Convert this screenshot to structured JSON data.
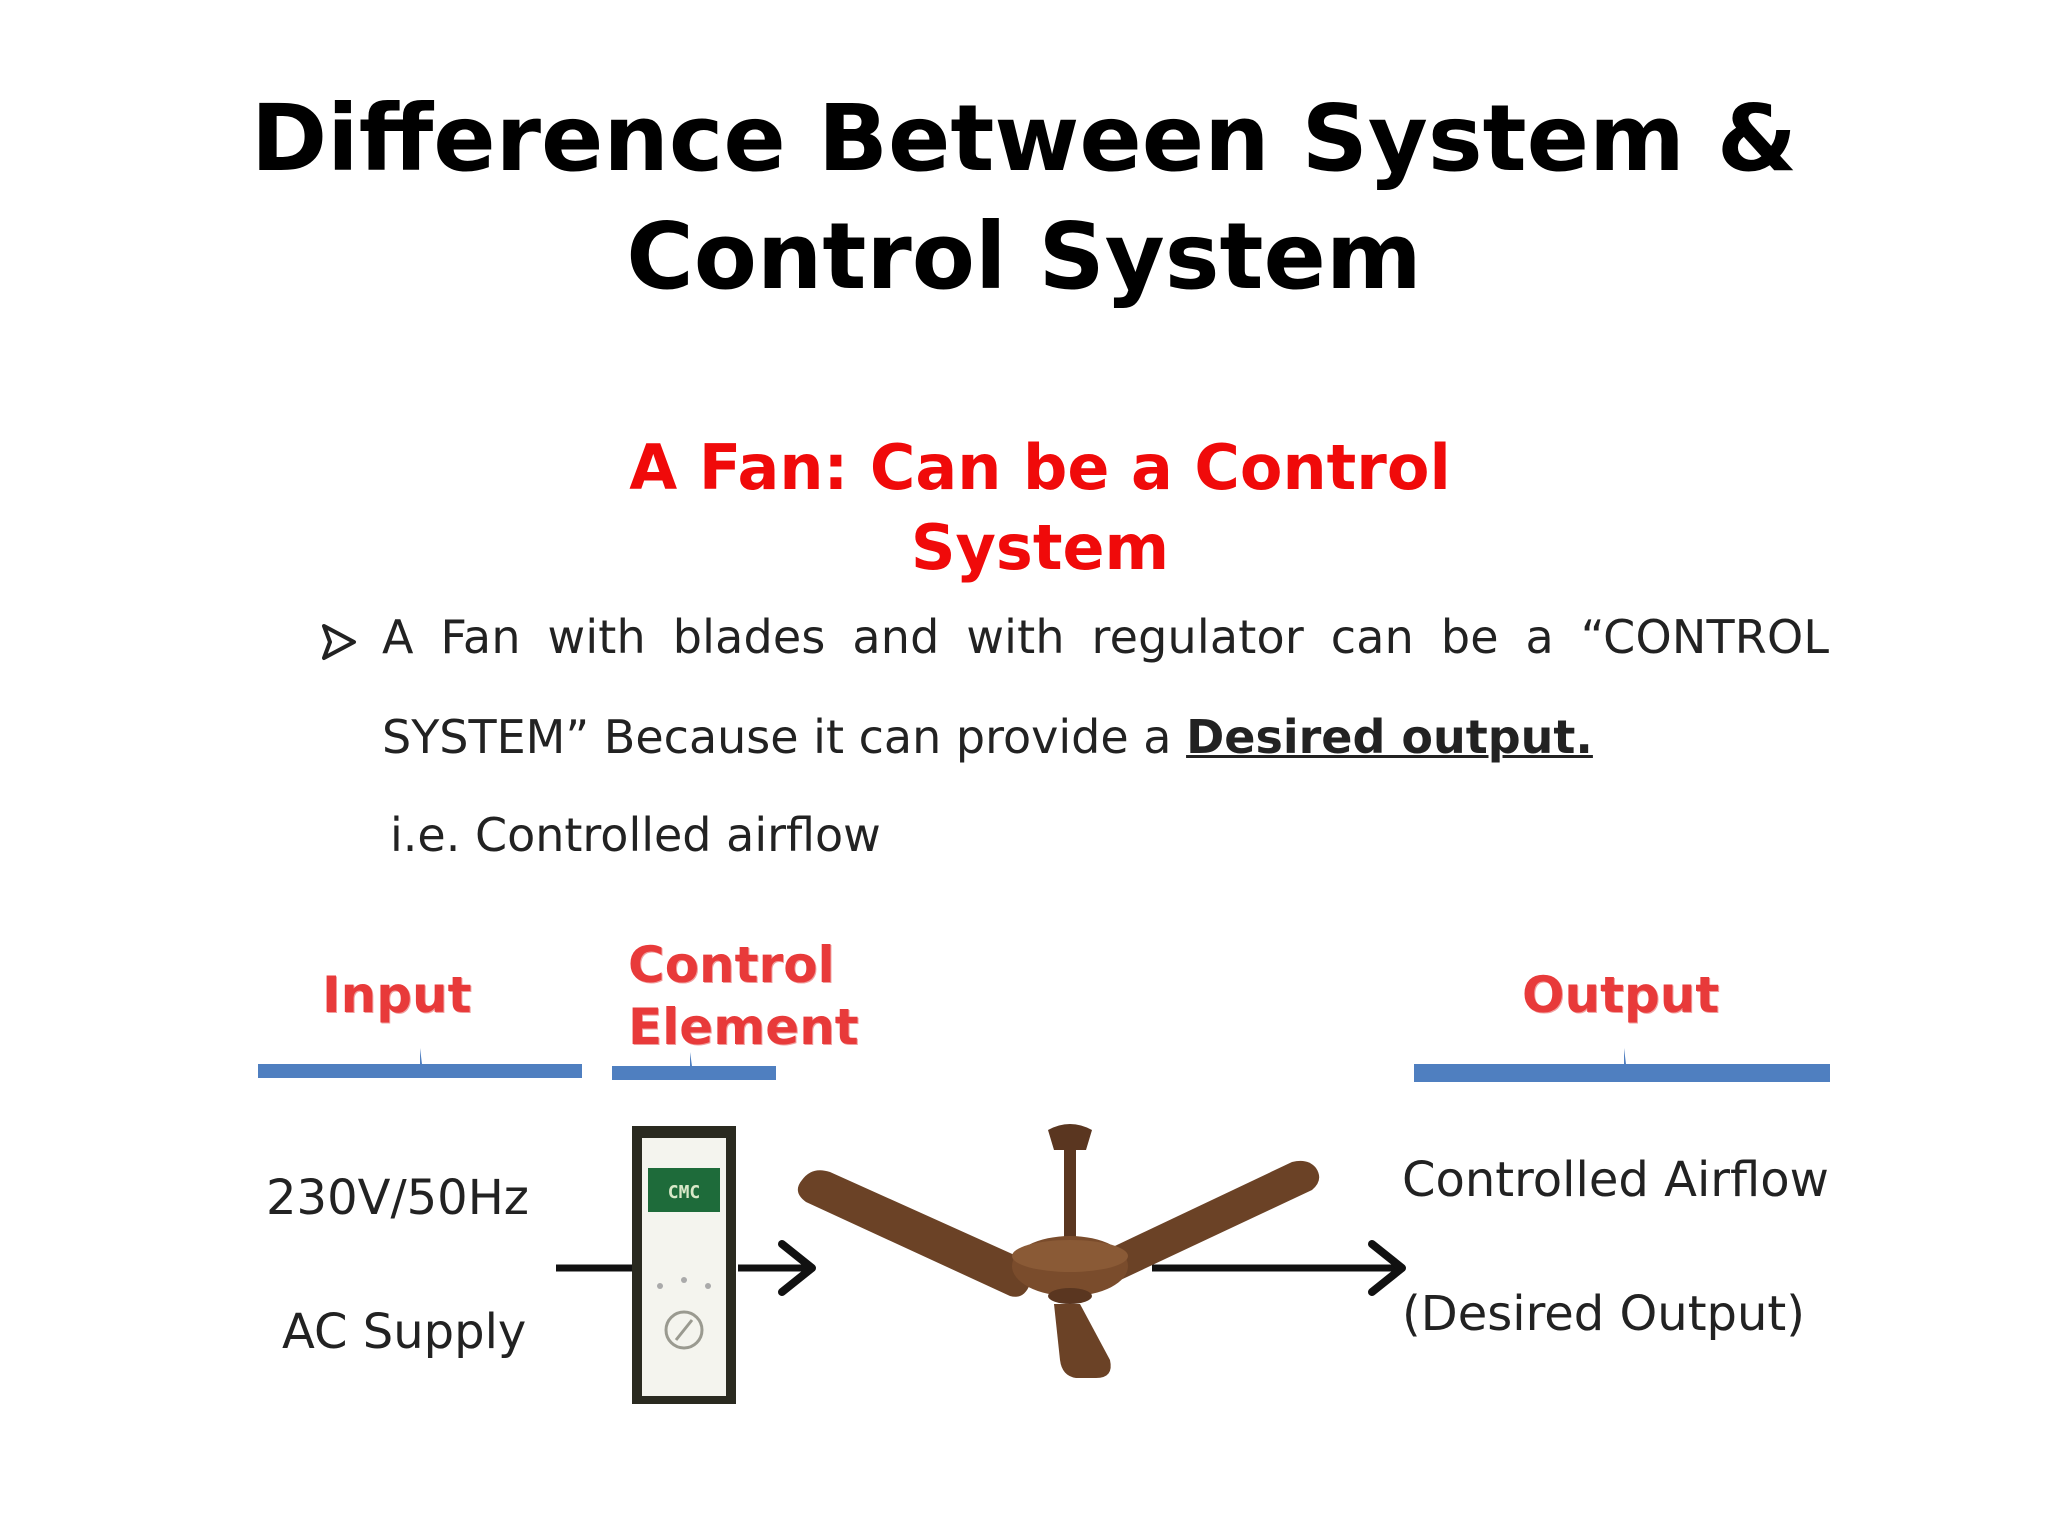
{
  "title": {
    "line1": "Difference Between System &",
    "line2": "Control System"
  },
  "subtitle": {
    "line1": "A Fan: Can be a Control",
    "line2": "System",
    "color": "#f00a0a"
  },
  "bullet": {
    "line1": "A Fan with blades and with regulator can be a “CONTROL",
    "line2_prefix": "SYSTEM” Because it can provide a ",
    "line2_emphasis": "Desired output.",
    "line3": "i.e.  Controlled airflow"
  },
  "diagram": {
    "input_label": "Input",
    "control_label_line1": "Control",
    "control_label_line2": "Element",
    "output_label": "Output",
    "input_text_line1": "230V/50Hz",
    "input_text_line2": "AC Supply",
    "output_text_line1": "Controlled Airflow",
    "output_text_line2": "(Desired Output)",
    "regulator_badge": "CMC",
    "brace_color": "#4f7fc0",
    "label_color": "#e83a3a",
    "fan_color": "#6b4226"
  }
}
